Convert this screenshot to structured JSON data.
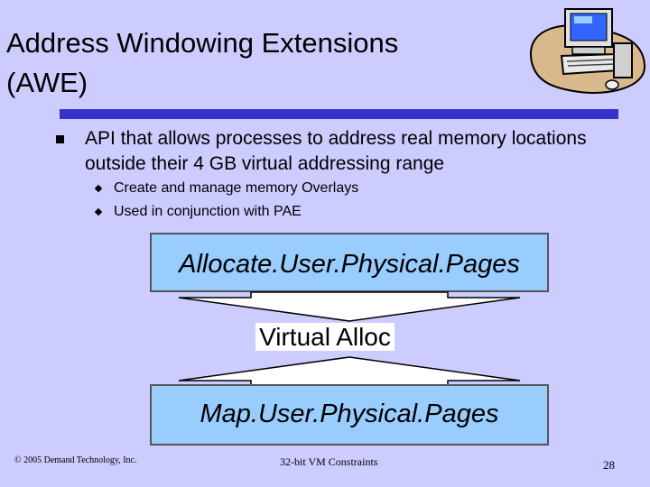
{
  "slide": {
    "title_line1": "Address Windowing Extensions",
    "title_line2": "(AWE)",
    "bullet": "API that allows processes to address real memory locations outside their 4 GB virtual addressing range",
    "sub_bullets": [
      "Create and manage memory Overlays",
      "Used in conjunction with PAE"
    ],
    "box_top": "Allocate.User.Physical.Pages",
    "middle_label": "Virtual Alloc",
    "box_bottom": "Map.User.Physical.Pages"
  },
  "footer": {
    "copyright": "© 2005 Demand Technology, Inc.",
    "center": "32-bit VM Constraints",
    "page_number": "28"
  },
  "colors": {
    "background": "#ccccff",
    "rule": "#3333cc",
    "box_fill": "#99ccff"
  },
  "icons": {
    "clipart": "computer-clipart-icon"
  }
}
